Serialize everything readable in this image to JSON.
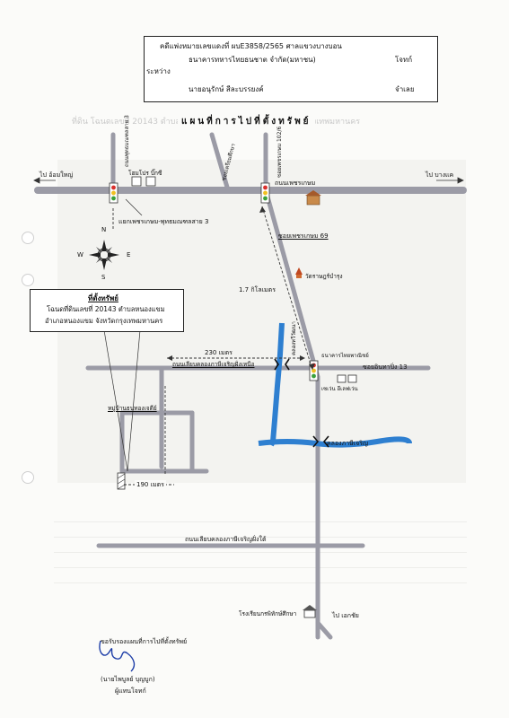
{
  "case_box": {
    "case_no": "คดีแพ่งหมายเลขแดงที่ ผบE3858/2565 ศาลแขวงบางบอน",
    "between": "ระหว่าง",
    "plaintiff": "ธนาคารทหารไทยธนชาต จำกัด(มหาชน)",
    "plaintiff_role": "โจทก์",
    "defendant": "นายอนุรักษ์ สีละบรรยงค์",
    "defendant_role": "จำเลย"
  },
  "map_title": "แผนที่การไปที่ตั้งทรัพย์",
  "roads": {
    "main_road": "ถนนเพชรเกษม",
    "soi_69": "ซอยเพชรเกษม 69",
    "canal_north_road": "ถนนเลียบคลองภาษีเจริญฝั่งเหนือ",
    "canal_south_road": "ถนนเลียบคลองภาษีเจริญฝั่งใต้",
    "putthamonthon_3": "ถนนพุทธมณฑลสาย 3",
    "soi_102_6": "ซอยเพชรเกษม 102/6",
    "soi_dam_rit": "ซอยเตรียมศึกษา",
    "soi_inthapitak_13": "ซอยอินทาปิ่ง 13",
    "village_road": "หมู่บ้านธนทองเจดีย์",
    "canal_vertical": "คลองทวีวัฒนา",
    "canal_name": "คลองภาษีเจริญ"
  },
  "directions": {
    "to_om_noi": "ไป อ้อมใหญ่",
    "to_bang_khae": "ไป บางแค",
    "to_ekkachai": "ไป เอกชัย"
  },
  "landmarks": {
    "homepro_bigc": "โฮมโปร บิ๊กซี",
    "intersection": "แยกเพชรเกษม-พุทธมณฑลสาย 3",
    "temple": "วัดราษฎร์บำรุง",
    "bank": "ธนาคารไทยพาณิชย์",
    "shop": "เซเว่น อีเลฟเว่น",
    "school": "โรงเรียนกรพิทักษ์ศึกษา"
  },
  "distances": {
    "km_1_7": "1.7 กิโลเมตร",
    "m_230": "230 เมตร",
    "m_190": "190 เมตร"
  },
  "compass": {
    "n": "N",
    "s": "S",
    "e": "E",
    "w": "W"
  },
  "property_box": {
    "title": "ที่ตั้งทรัพย์",
    "line1": "โฉนดที่ดินเลขที่ 20143 ตำบลหนองแขม",
    "line2": "อำเภอหนองแขม จังหวัดกรุงเทพมหานคร"
  },
  "signature": {
    "certify": "ขอรับรองแผนที่การไปที่ตั้งทรัพย์",
    "name": "(นายไพบูลย์ บุญบูก)",
    "role": "ผู้แทนโจทก์"
  },
  "colors": {
    "road": "#9b9ba6",
    "canal": "#2e7fd0",
    "box_border": "#222222"
  }
}
